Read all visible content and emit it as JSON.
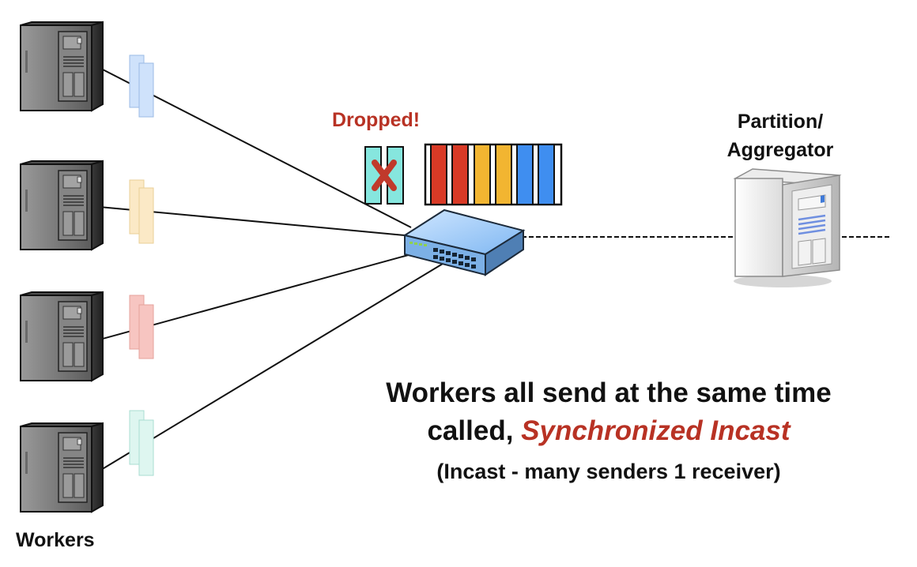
{
  "labels": {
    "dropped": "Dropped!",
    "partition_line1": "Partition/",
    "partition_line2": "Aggregator",
    "workers": "Workers"
  },
  "caption": {
    "line1": "Workers all send at the same time",
    "line2_prefix": "called, ",
    "line2_highlight": "Synchronized Incast",
    "note": "(Incast - many senders 1 receiver)"
  },
  "colors": {
    "highlight": "#b83224",
    "packet_worker1": "#cfe2fb",
    "packet_worker2": "#fbe9c6",
    "packet_worker3": "#f7c5c1",
    "packet_worker4": "#def6f0",
    "dropped_packet": "#86e6de",
    "drop_mark": "#c0392b",
    "buffer_red": "#d93a26",
    "buffer_yellow": "#f2b531",
    "buffer_blue": "#3f8ef0"
  },
  "icons": {
    "workers": "server-tower-icon",
    "switch": "network-switch-icon",
    "aggregator": "server-tower-icon",
    "drop_mark": "x-mark-icon"
  }
}
